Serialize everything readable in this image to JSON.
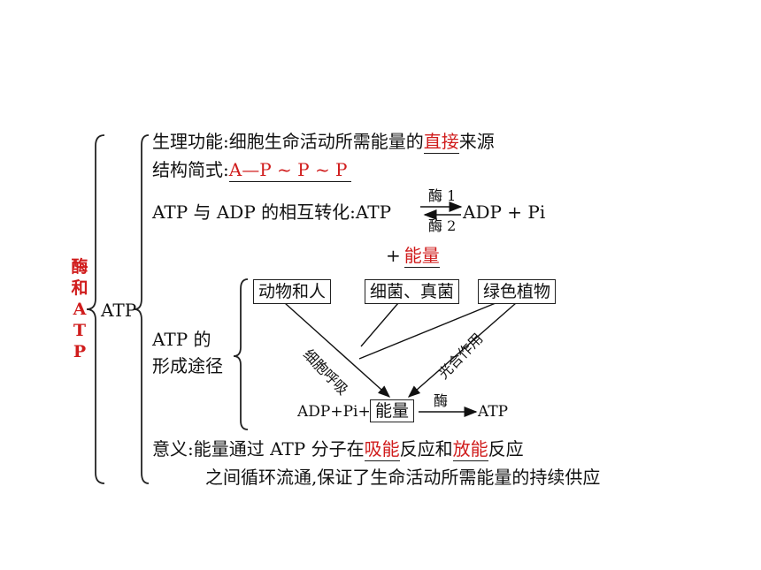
{
  "side_title": [
    "酶",
    "和",
    "A",
    "T",
    "P"
  ],
  "atp_label": "ATP",
  "function": {
    "label": "生理功能",
    "sep": ":",
    "text_before": "细胞生命活动所需能量的",
    "highlight": "直接",
    "text_after": "来源"
  },
  "structure": {
    "label": "结构简式",
    "sep": ":",
    "formula": "A—P ~ P ~ P"
  },
  "conversion": {
    "label": "ATP 与 ADP 的相互转化",
    "sep": ":",
    "left": "ATP",
    "enzyme_top": "酶 1",
    "enzyme_bottom": "酶 2",
    "right": "ADP + Pi",
    "plus": "+",
    "energy": "能量"
  },
  "formation": {
    "label_line1": "ATP 的",
    "label_line2": "形成途径",
    "box_animals": "动物和人",
    "box_bacteria": "细菌、真菌",
    "box_plants": "绿色植物",
    "label_respiration": "细胞呼吸",
    "label_photosynthesis": "光合作用",
    "eq_left": "ADP+Pi+",
    "eq_energy": "能量",
    "eq_enzyme": "酶",
    "eq_right": "ATP"
  },
  "significance": {
    "label": "意义",
    "sep": ":",
    "part1": "能量通过 ATP 分子在",
    "hl1": "吸能",
    "part2": "反应和",
    "hl2": "放能",
    "part3": "反应",
    "line2": "之间循环流通,保证了生命活动所需能量的持续供应"
  }
}
